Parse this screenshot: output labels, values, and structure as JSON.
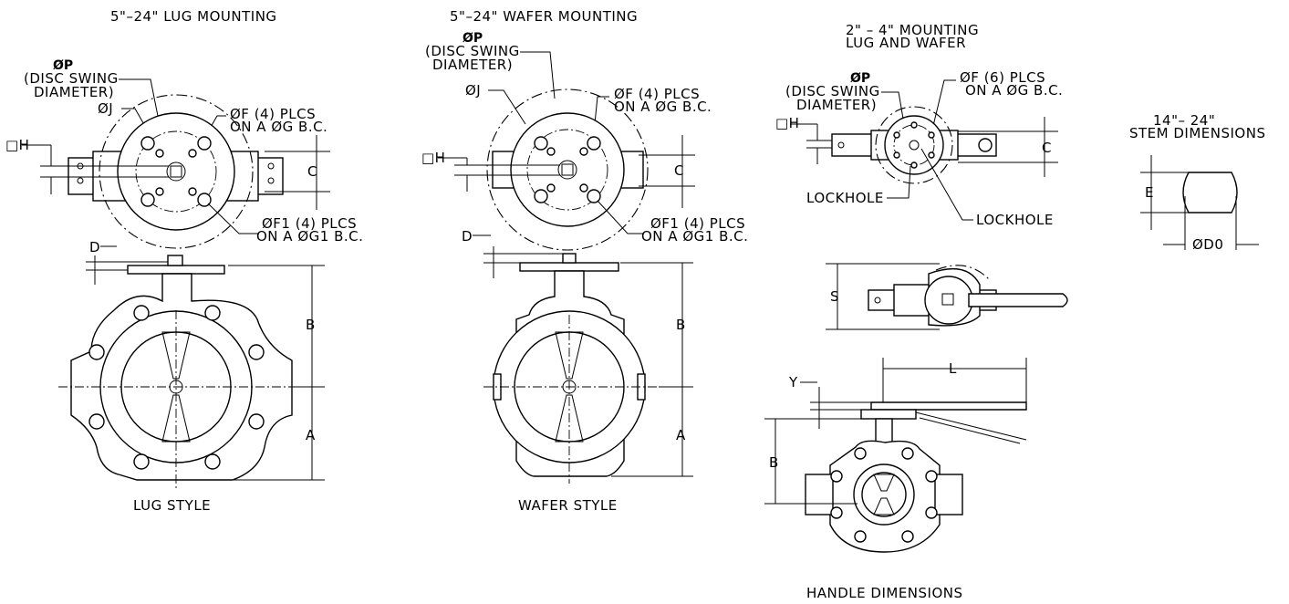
{
  "views": {
    "lug_mounting": {
      "title": "5\"–24\" LUG MOUNTING",
      "p_symbol": "ØP",
      "p_desc_1": "(DISC SWING",
      "p_desc_2": "DIAMETER)",
      "j": "ØJ",
      "f_1": "ØF (4) PLCS",
      "f_2": "ON A ØG B.C.",
      "f1_1": "ØF1 (4) PLCS",
      "f1_2": "ON A ØG1 B.C.",
      "h": "□H",
      "c": "C",
      "d": "D",
      "b": "B",
      "a": "A",
      "caption": "LUG STYLE"
    },
    "wafer_mounting": {
      "title": "5\"–24\" WAFER MOUNTING",
      "p_symbol": "ØP",
      "p_desc_1": "(DISC SWING",
      "p_desc_2": "DIAMETER)",
      "j": "ØJ",
      "f_1": "ØF (4) PLCS",
      "f_2": "ON A ØG B.C.",
      "f1_1": "ØF1 (4) PLCS",
      "f1_2": "ON A ØG1 B.C.",
      "h": "□H",
      "c": "C",
      "d": "D",
      "b": "B",
      "a": "A",
      "caption": "WAFER STYLE"
    },
    "small_mounting": {
      "title_1": "2\" – 4\" MOUNTING",
      "title_2": "LUG AND WAFER",
      "p_symbol": "ØP",
      "p_desc_1": "(DISC SWING",
      "p_desc_2": "DIAMETER)",
      "f_1": "ØF (6) PLCS",
      "f_2": "ON A ØG B.C.",
      "h": "□H",
      "c": "C",
      "lockhole_left": "LOCKHOLE",
      "lockhole_right": "LOCKHOLE"
    },
    "stem": {
      "title_1": "14\"– 24\"",
      "title_2": "STEM DIMENSIONS",
      "e": "E",
      "d0": "ØD0"
    },
    "handle": {
      "s": "S",
      "l": "L",
      "y": "Y",
      "b": "B",
      "caption": "HANDLE DIMENSIONS"
    }
  }
}
